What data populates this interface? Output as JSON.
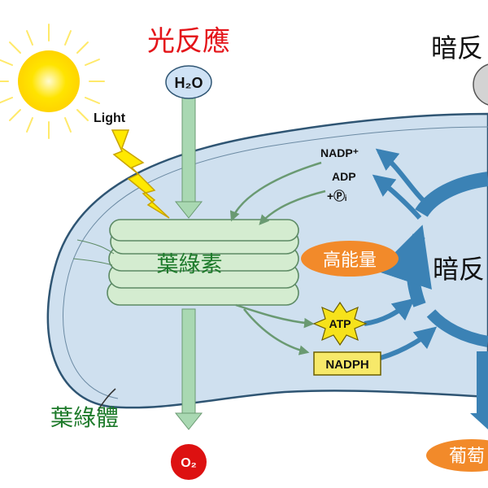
{
  "light_reaction": {
    "title": "光反應",
    "input": "H₂O",
    "output": "O₂"
  },
  "dark_reaction_header": "暗反",
  "light_label": "Light",
  "chlorophyll": "葉綠素",
  "chloroplast": "葉綠體",
  "high_energy": "高能量",
  "dark_reaction": "暗反",
  "atp": "ATP",
  "nadph": "NADPH",
  "nadp_plus": "NADP⁺",
  "adp": "ADP",
  "plus_pi": "+Ⓟᵢ",
  "glucose": "葡萄",
  "colors": {
    "stroma": "#cfe0ef",
    "thylakoid": "#d4ecd0",
    "thylakoid_edge": "#5c8a64",
    "flow_arrow": "#a9d8b2",
    "cycle_arrow": "#3b82b5",
    "title_red": "#e4151a",
    "label_green": "#1d7a2a",
    "high_energy_bg": "#f28a2a",
    "atp_star": "#f6e21b",
    "nadph_box": "#f7e96a",
    "o2_red": "#dd1111",
    "sun": "#ffe400"
  }
}
